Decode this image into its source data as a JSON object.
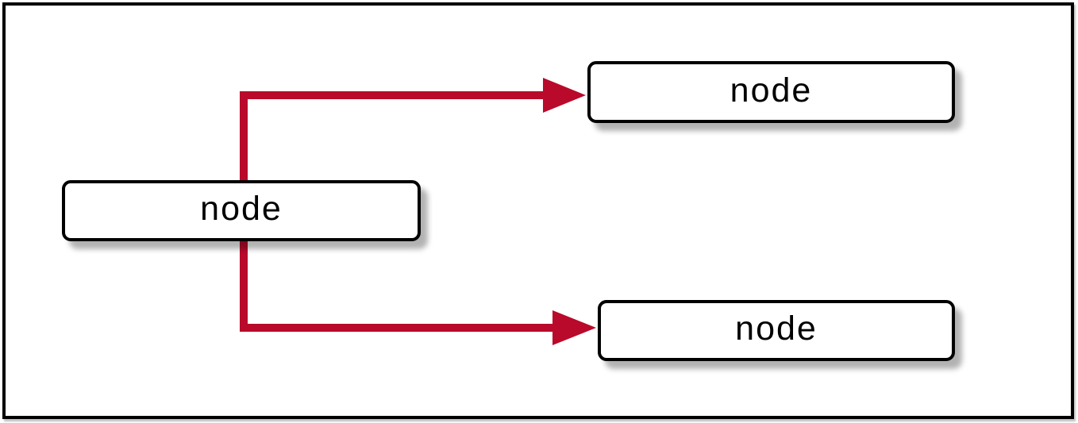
{
  "diagram": {
    "kind": "node-link-flowchart",
    "direction": "left-to-right",
    "colors": {
      "edge": "#b90a2b",
      "node_border": "#000000",
      "node_fill": "#ffffff",
      "frame": "#000000",
      "background": "#ffffff",
      "text": "#000000"
    },
    "nodes": [
      {
        "id": "source",
        "label": "node"
      },
      {
        "id": "target-top",
        "label": "node"
      },
      {
        "id": "target-bottom",
        "label": "node"
      }
    ],
    "edges": [
      {
        "from": "source",
        "to": "target-top",
        "style": "orthogonal",
        "arrow": "filled-triangle"
      },
      {
        "from": "source",
        "to": "target-bottom",
        "style": "orthogonal",
        "arrow": "filled-triangle"
      }
    ]
  }
}
